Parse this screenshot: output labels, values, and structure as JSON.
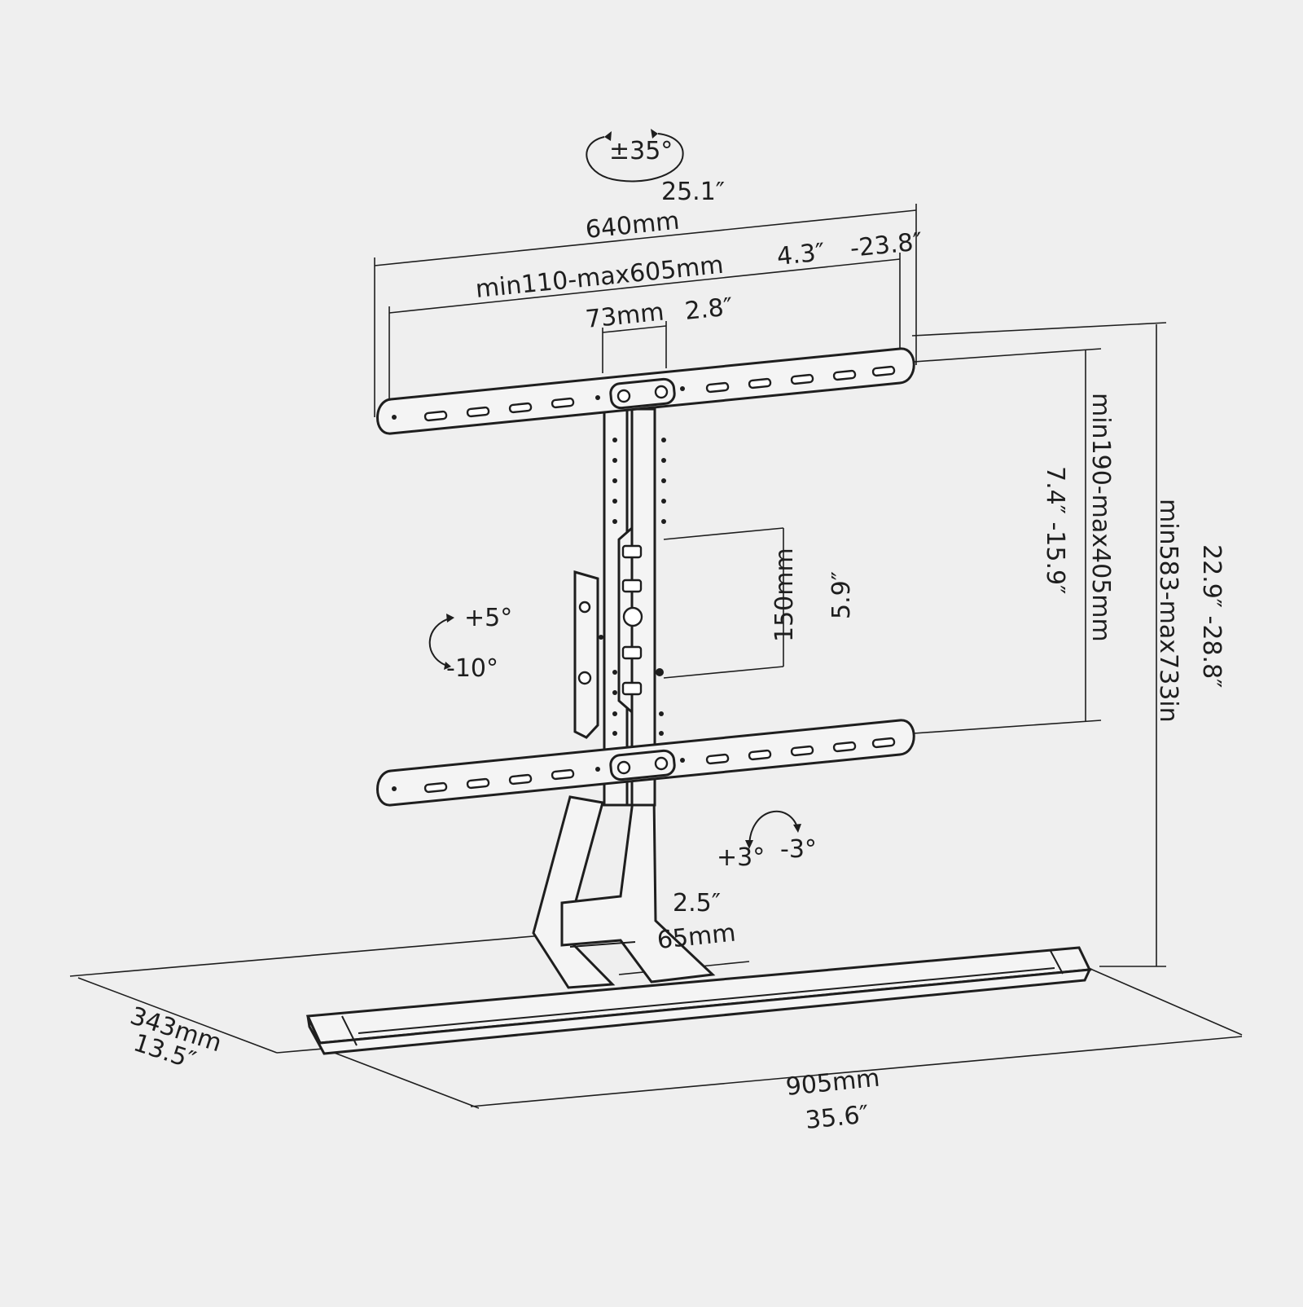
{
  "rotation": {
    "swivel": "±35°",
    "tilt_up": "+5°",
    "tilt_down": "-10°",
    "level_plus": "+3°",
    "level_minus": "-3°"
  },
  "max_width": {
    "inches": "25.1″",
    "mm": "640mm"
  },
  "vesa_width": {
    "mm": "min110-max605mm",
    "inches_min": "4.3″",
    "inches_max": "-23.8″"
  },
  "column_width": {
    "mm": "73mm",
    "inches": "2.8″"
  },
  "column_height": {
    "mm": "150mm",
    "inches": "5.9″"
  },
  "vesa_height": {
    "mm": "min190-max405mm",
    "inches": "7.4″ -15.9″"
  },
  "total_height": {
    "inches": "22.9″ -28.8″",
    "mm": "min583-max733in"
  },
  "neck_depth": {
    "inches": "2.5″",
    "mm": "65mm"
  },
  "base_depth": {
    "mm": "343mm",
    "inches": "13.5″"
  },
  "base_width": {
    "mm": "905mm",
    "inches": "35.6″"
  },
  "colors": {
    "background": "#efefef",
    "line": "#1e1e1e",
    "part_fill": "#f4f4f4"
  }
}
